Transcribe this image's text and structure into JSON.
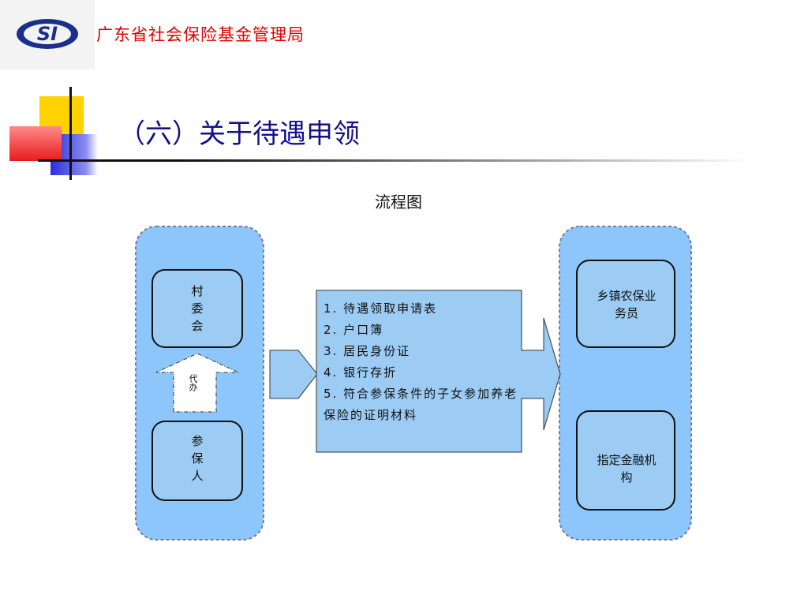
{
  "header": {
    "logo_text": "SI",
    "org_name": "广东省社会保险基金管理局"
  },
  "slide": {
    "title": "（六）关于待遇申领",
    "caption": "流程图"
  },
  "diagram": {
    "left_panel": {
      "top_node": "村委会",
      "proxy_label": "代办",
      "bottom_node": "参保人"
    },
    "documents": [
      "1. 待遇领取申请表",
      "2. 户口簿",
      "3. 居民身份证",
      "4.  银行存折",
      "5. 符合参保条件的子女参加养老保险的证明材料"
    ],
    "right_panel": {
      "top_node": "乡镇农保业务员",
      "bottom_node": "指定金融机构"
    }
  },
  "colors": {
    "panel_fill": "#8cc6fb",
    "box_fill": "#9ccbf3",
    "title_color": "#14108a",
    "org_color": "#e10000"
  }
}
